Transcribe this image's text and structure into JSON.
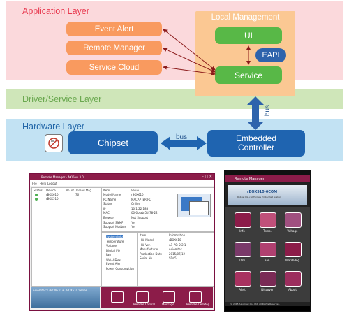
{
  "diagram": {
    "application_layer": "Application Layer",
    "local_management": "Local Management",
    "event_alert": "Event Alert",
    "remote_manager": "Remote Manager",
    "service_cloud": "Service Cloud",
    "ui": "UI",
    "eapi": "EAPI",
    "service": "Service",
    "driver_layer": "Driver/Service Layer",
    "bus_vertical": "bus",
    "hardware_layer": "Hardware Layer",
    "chipset": "Chipset",
    "bus_horizontal": "bus",
    "embedded_controller_line1": "Embedded",
    "embedded_controller_line2": "Controller"
  },
  "desktop_app": {
    "title": "Remote Manager - AXView 3.0",
    "menu": [
      "File",
      "Help",
      "Logout"
    ],
    "list_headers": [
      "Status",
      "Device",
      "No. of Unread Msg"
    ],
    "devices": [
      {
        "name": "rBOX610",
        "unread": "76"
      },
      {
        "name": "rBOX510",
        "unread": ""
      }
    ],
    "info_headers": [
      "Item",
      "Value"
    ],
    "info_rows": [
      [
        "Model Name",
        "rBOX610"
      ],
      [
        "PC Name",
        "MACAPTER-PC"
      ],
      [
        "Status",
        "Online"
      ],
      [
        "IP",
        "10.1.22.188"
      ],
      [
        "MAC",
        "00-0b-ab-5d-78-22"
      ],
      [
        "Browser",
        "Not Support"
      ],
      [
        "Support SNMP",
        "Yes"
      ],
      [
        "Support Modbus",
        "Yes"
      ]
    ],
    "tree": [
      "System Info",
      "Temperature",
      "Voltage",
      "Digital I/O",
      "Fan",
      "WatchDog",
      "Event Alert",
      "Power Consumption"
    ],
    "detail_headers": [
      "Item",
      "Information"
    ],
    "detail_rows": [
      [
        "HW Model",
        "rBOX610"
      ],
      [
        "HW Ver.",
        "A1-P0:  2.2.1"
      ],
      [
        "Manufacturer",
        "Axiomtek"
      ],
      [
        "Production Date",
        "2015/07/12"
      ],
      [
        "Serial No.",
        "SD45"
      ]
    ],
    "banner": "Axiomtek's rBOX610 & rBOX510 Series",
    "buttons": [
      "",
      "Remote Control",
      "Message",
      "Remote Desktop"
    ]
  },
  "mobile_app": {
    "title": "Remote Manager",
    "banner": "rBOX510-6COM",
    "banner_sub": "Robust Din-rail Fanless Embedded System",
    "tiles": [
      "Info",
      "Temp.",
      "Voltage",
      "DIO",
      "Fan",
      "Watchdog",
      "Alert",
      "Discover",
      "About"
    ],
    "footer": "© 2015 Axiomtek Co., Ltd. All Rights Reserved."
  },
  "colors": {
    "app_layer_bg": "#fbd9dc",
    "app_layer_text": "#e8394f",
    "local_mgmt_bg": "#fbc893",
    "service_pill": "#f99a5f",
    "green_node": "#58b847",
    "eapi": "#2e63ac",
    "driver_layer_bg": "#cfe6b9",
    "driver_layer_text": "#6aa84f",
    "hardware_layer_bg": "#c2e2f3",
    "hardware_layer_text": "#2266a8",
    "hardware_node": "#1f64b0",
    "arrow_red": "#8b1a1a"
  }
}
